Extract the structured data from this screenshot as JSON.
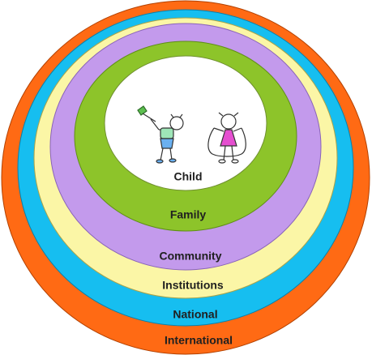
{
  "diagram": {
    "type": "nested-ovals",
    "layers": [
      {
        "label": "International",
        "color": "#ff6a14",
        "text_color": "#202020"
      },
      {
        "label": "National",
        "color": "#16bef0",
        "text_color": "#202020"
      },
      {
        "label": "Institutions",
        "color": "#fbf6a6",
        "text_color": "#202020"
      },
      {
        "label": "Community",
        "color": "#c39aec",
        "text_color": "#202020"
      },
      {
        "label": "Family",
        "color": "#8dc42a",
        "text_color": "#202020"
      },
      {
        "label": "Child",
        "color": "#ffffff",
        "text_color": "#202020"
      }
    ],
    "illustration": {
      "left_child": "boy-flying-kite-icon",
      "right_child": "girl-jumping-rope-icon",
      "kite_color": "#5cbf4f",
      "shirt_color": "#9fe6b8",
      "pants_color": "#6ab0f0",
      "dress_color": "#e54fd0"
    }
  }
}
